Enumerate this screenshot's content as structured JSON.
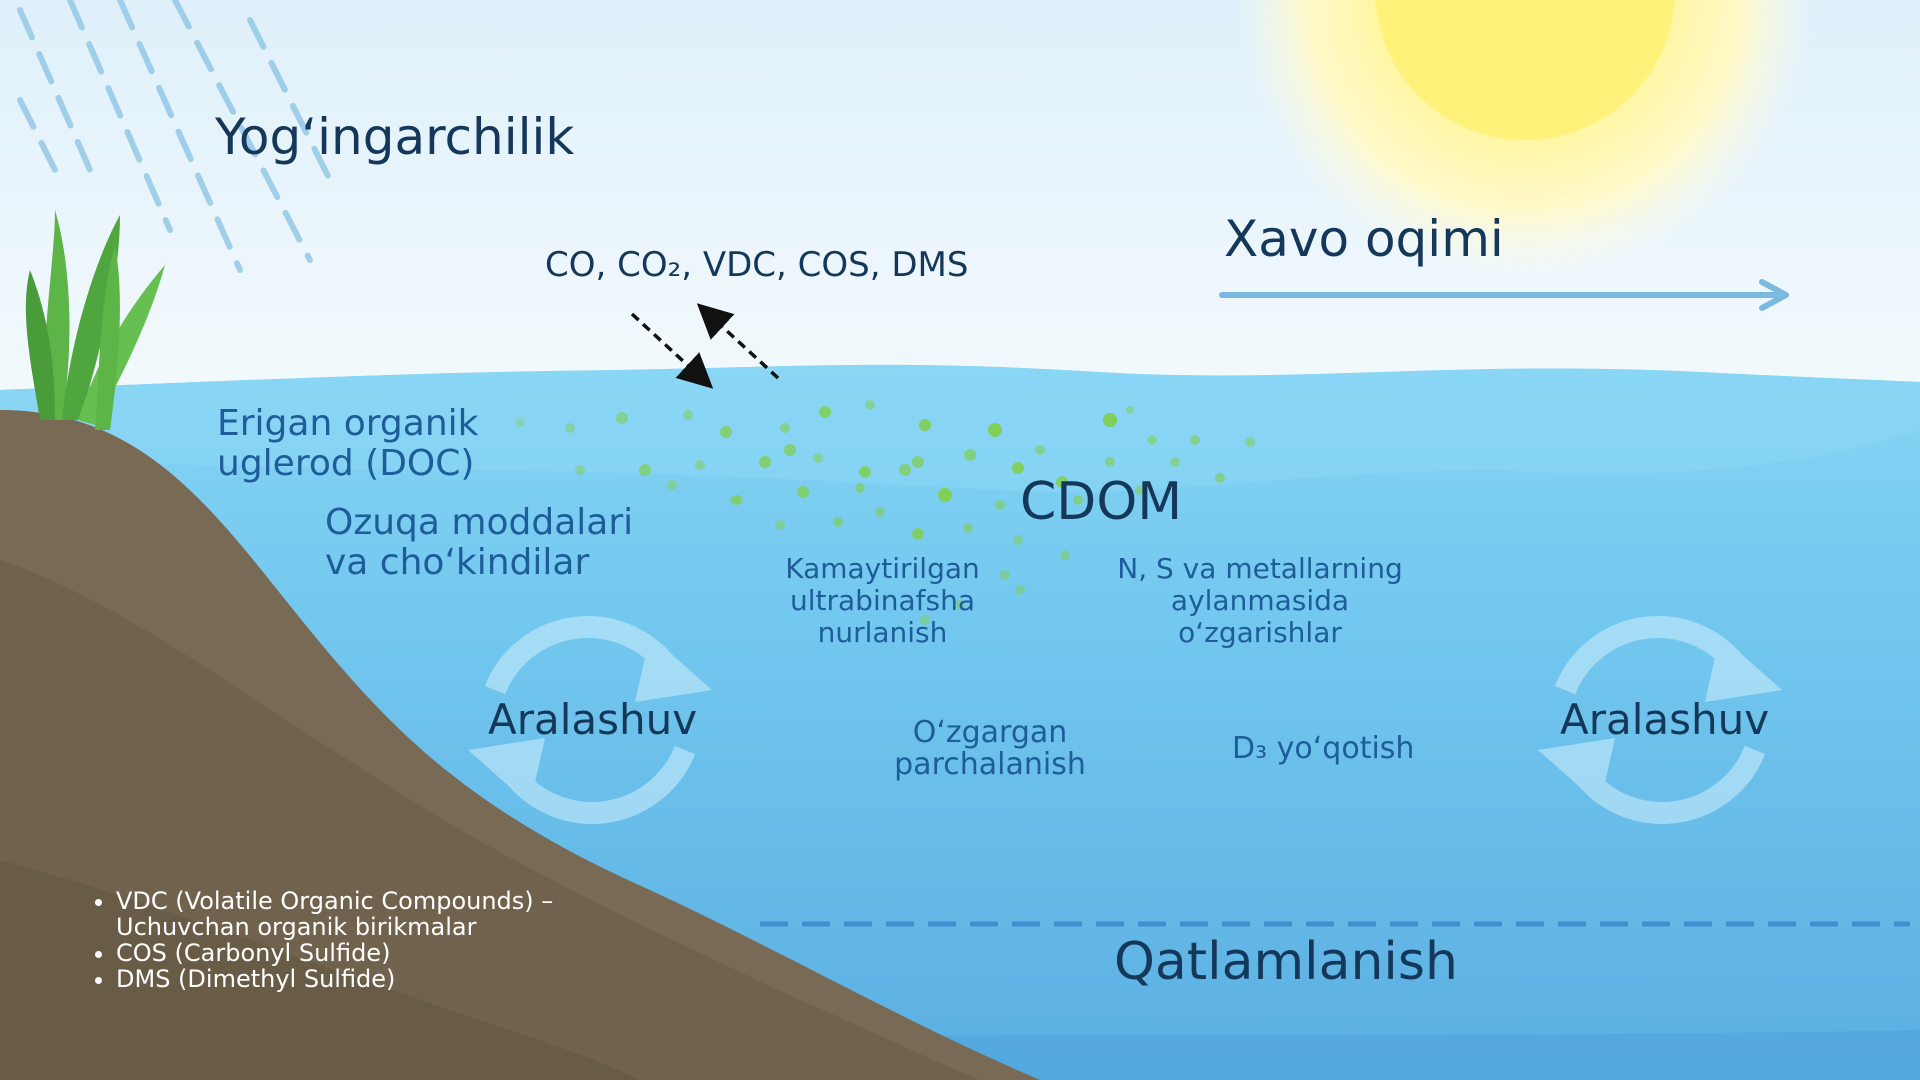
{
  "labels": {
    "precipitation": "Yog‘ingarchilik",
    "gases": "CO, CO₂, VDC, COS, DMS",
    "air_flow": "Xavo oqimi",
    "doc": [
      "Erigan organik",
      "uglerod (DOC)"
    ],
    "nutrients": [
      "Ozuqa moddalari",
      "va cho‘kindilar"
    ],
    "cdom": "CDOM",
    "uv": [
      "Kamaytirilgan",
      "ultrabinafsha",
      "nurlanish"
    ],
    "cycles": [
      "N, S va metallarning",
      "aylanmasida",
      "o‘zgarishlar"
    ],
    "mixing_left": "Aralashuv",
    "mixing_right": "Aralashuv",
    "degradation": [
      "O‘zgargan",
      "parchalanish"
    ],
    "d3_loss": "D₃ yo‘qotish",
    "stratification": "Qatlamlanish"
  },
  "legend": [
    [
      "VDC (Volatile Organic Compounds) –",
      "Uchuvchan organik birikmalar"
    ],
    [
      "COS (Carbonyl Sulfide)"
    ],
    [
      "DMS (Dimethyl Sulfide)"
    ]
  ],
  "colors": {
    "sky": "#eef7fc",
    "sun": "#fff27a",
    "water_surface": "#7fd0f2",
    "water_mid": "#6ec4ee",
    "water_deep": "#56abe0",
    "soil": "#786a54",
    "plant": "#5db548",
    "cdom_particles": "#7fcf47",
    "label_blue": "#1e5d99",
    "label_dark": "#15385a"
  },
  "icons": [
    "rain-icon",
    "sun-icon",
    "plant-icon",
    "arrow-right-icon",
    "exchange-arrows-icon",
    "mixing-cycle-icon",
    "particles-icon"
  ]
}
